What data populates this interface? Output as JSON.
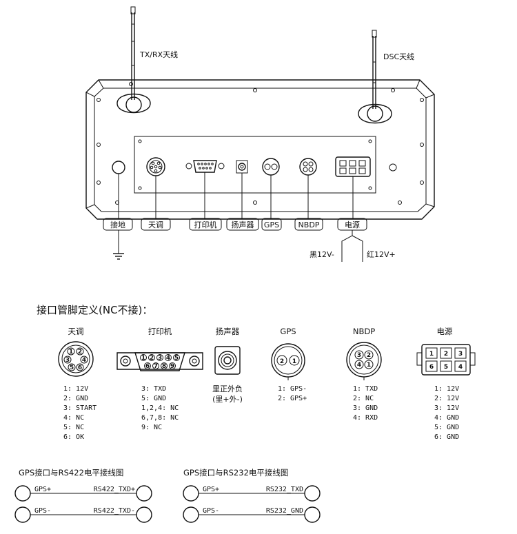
{
  "device": {
    "antenna_labels": {
      "txrx": "TX/RX天线",
      "dsc": "DSC天线"
    },
    "port_labels": [
      "接地",
      "天调",
      "打印机",
      "扬声器",
      "GPS",
      "NBDP",
      "电源"
    ],
    "power_wires": {
      "black": "黑12V-",
      "red": "红12V+"
    }
  },
  "pin_section": {
    "title": "接口管脚定义(NC不接)：",
    "connectors": [
      {
        "name": "天调",
        "pins": [
          "1: 12V",
          "2: GND",
          "3: START",
          "4: NC",
          "5: NC",
          "6: OK"
        ]
      },
      {
        "name": "打印机",
        "pins": [
          "3: TXD",
          "5: GND",
          "1,2,4: NC",
          "6,7,8: NC",
          "9: NC"
        ]
      },
      {
        "name": "扬声器",
        "pins": [
          "里正外负",
          "(里+外-)"
        ]
      },
      {
        "name": "GPS",
        "pins": [
          "1: GPS-",
          "2: GPS+"
        ]
      },
      {
        "name": "NBDP",
        "pins": [
          "1: TXD",
          "2: NC",
          "3: GND",
          "4: RXD"
        ]
      },
      {
        "name": "电源",
        "pins": [
          "1: 12V",
          "2: 12V",
          "3: 12V",
          "4: GND",
          "5: GND",
          "6: GND"
        ]
      }
    ]
  },
  "wiring": {
    "rs422": {
      "title": "GPS接口与RS422电平接线图",
      "rows": [
        {
          "left": "GPS+",
          "right": "RS422_TXD+"
        },
        {
          "left": "GPS-",
          "right": "RS422_TXD-"
        }
      ]
    },
    "rs232": {
      "title": "GPS接口与RS232电平接线图",
      "rows": [
        {
          "left": "GPS+",
          "right": "RS232_TXD"
        },
        {
          "left": "GPS-",
          "right": "RS232_GND"
        }
      ]
    }
  },
  "pin_numbers": {
    "tiandiao": [
      "1",
      "2",
      "3",
      "4",
      "5",
      "6"
    ],
    "printer": [
      "1",
      "2",
      "3",
      "4",
      "5",
      "6",
      "7",
      "8",
      "9"
    ],
    "gps": [
      "2",
      "1"
    ],
    "nbdp": [
      "3",
      "2",
      "4",
      "1"
    ],
    "power": [
      "1",
      "2",
      "3",
      "6",
      "5",
      "4"
    ]
  }
}
